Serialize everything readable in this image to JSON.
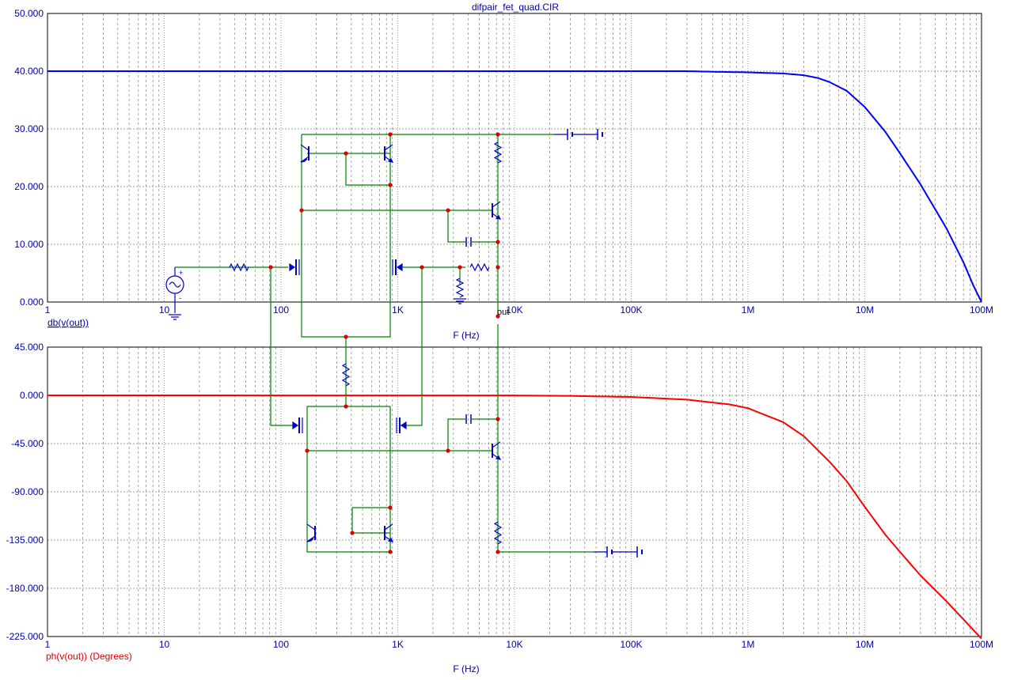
{
  "window_title": "difpair_fet_quad.CIR",
  "colors": {
    "grid": "#808080",
    "axis_text": "#000000",
    "mag_trace": "#0000ff",
    "phase_trace": "#ff0000",
    "wire": "#008000",
    "component": "#0000cc",
    "node": "#dd0000"
  },
  "schematic": {
    "out_label": "out",
    "source_plus": "+",
    "source_minus": "-"
  },
  "chart_data": [
    {
      "type": "line",
      "title": "difpair_fet_quad.CIR",
      "xlabel": "F (Hz)",
      "ylabel": "db(v(out))",
      "x_scale": "log",
      "xlim": [
        1,
        100000000
      ],
      "ylim": [
        0,
        50
      ],
      "grid": true,
      "x_ticks": [
        {
          "v": 1,
          "label": "1"
        },
        {
          "v": 10,
          "label": "10"
        },
        {
          "v": 100,
          "label": "100"
        },
        {
          "v": 1000,
          "label": "1K"
        },
        {
          "v": 10000,
          "label": "10K"
        },
        {
          "v": 100000,
          "label": "100K"
        },
        {
          "v": 1000000,
          "label": "1M"
        },
        {
          "v": 10000000,
          "label": "10M"
        },
        {
          "v": 100000000,
          "label": "100M"
        }
      ],
      "y_ticks": [
        {
          "v": 50,
          "label": "50.000"
        },
        {
          "v": 40,
          "label": "40.000"
        },
        {
          "v": 30,
          "label": "30.000"
        },
        {
          "v": 20,
          "label": "20.000"
        },
        {
          "v": 10,
          "label": "10.000"
        },
        {
          "v": 0,
          "label": "0.000"
        }
      ],
      "series": [
        {
          "name": "db(v(out))",
          "color": "#0000ff",
          "points": [
            [
              1,
              40.0
            ],
            [
              1000,
              40.0
            ],
            [
              100000,
              40.0
            ],
            [
              300000,
              40.0
            ],
            [
              500000,
              39.9
            ],
            [
              1000000,
              39.8
            ],
            [
              2000000,
              39.6
            ],
            [
              3000000,
              39.3
            ],
            [
              4000000,
              38.8
            ],
            [
              5000000,
              38.1
            ],
            [
              7000000,
              36.6
            ],
            [
              10000000,
              33.8
            ],
            [
              15000000,
              29.5
            ],
            [
              20000000,
              25.8
            ],
            [
              30000000,
              20.4
            ],
            [
              50000000,
              12.8
            ],
            [
              70000000,
              6.9
            ],
            [
              85000000,
              2.9
            ],
            [
              100000000,
              0.0
            ]
          ]
        }
      ]
    },
    {
      "type": "line",
      "title": "",
      "xlabel": "F (Hz)",
      "ylabel": "ph(v(out)) (Degrees)",
      "x_scale": "log",
      "xlim": [
        1,
        100000000
      ],
      "ylim": [
        -225,
        45
      ],
      "grid": true,
      "x_ticks": [
        {
          "v": 1,
          "label": "1"
        },
        {
          "v": 10,
          "label": "10"
        },
        {
          "v": 100,
          "label": "100"
        },
        {
          "v": 1000,
          "label": "1K"
        },
        {
          "v": 10000,
          "label": "10K"
        },
        {
          "v": 100000,
          "label": "100K"
        },
        {
          "v": 1000000,
          "label": "1M"
        },
        {
          "v": 10000000,
          "label": "10M"
        },
        {
          "v": 100000000,
          "label": "100M"
        }
      ],
      "y_ticks": [
        {
          "v": 45,
          "label": "45.000"
        },
        {
          "v": 0,
          "label": "0.000"
        },
        {
          "v": -45,
          "label": "-45.000"
        },
        {
          "v": -90,
          "label": "-90.000"
        },
        {
          "v": -135,
          "label": "-135.000"
        },
        {
          "v": -180,
          "label": "-180.000"
        },
        {
          "v": -225,
          "label": "-225.000"
        }
      ],
      "series": [
        {
          "name": "ph(v(out)) (Degrees)",
          "color": "#ff0000",
          "points": [
            [
              1,
              0.0
            ],
            [
              10000,
              -0.1
            ],
            [
              30000,
              -0.5
            ],
            [
              100000,
              -1.5
            ],
            [
              300000,
              -4.0
            ],
            [
              700000,
              -8.5
            ],
            [
              1000000,
              -12.0
            ],
            [
              2000000,
              -25.0
            ],
            [
              3000000,
              -38.0
            ],
            [
              5000000,
              -62.0
            ],
            [
              7000000,
              -80.0
            ],
            [
              10000000,
              -104.0
            ],
            [
              15000000,
              -130.0
            ],
            [
              20000000,
              -146.0
            ],
            [
              30000000,
              -168.0
            ],
            [
              50000000,
              -192.0
            ],
            [
              70000000,
              -209.0
            ],
            [
              100000000,
              -227.0
            ]
          ]
        }
      ]
    }
  ]
}
